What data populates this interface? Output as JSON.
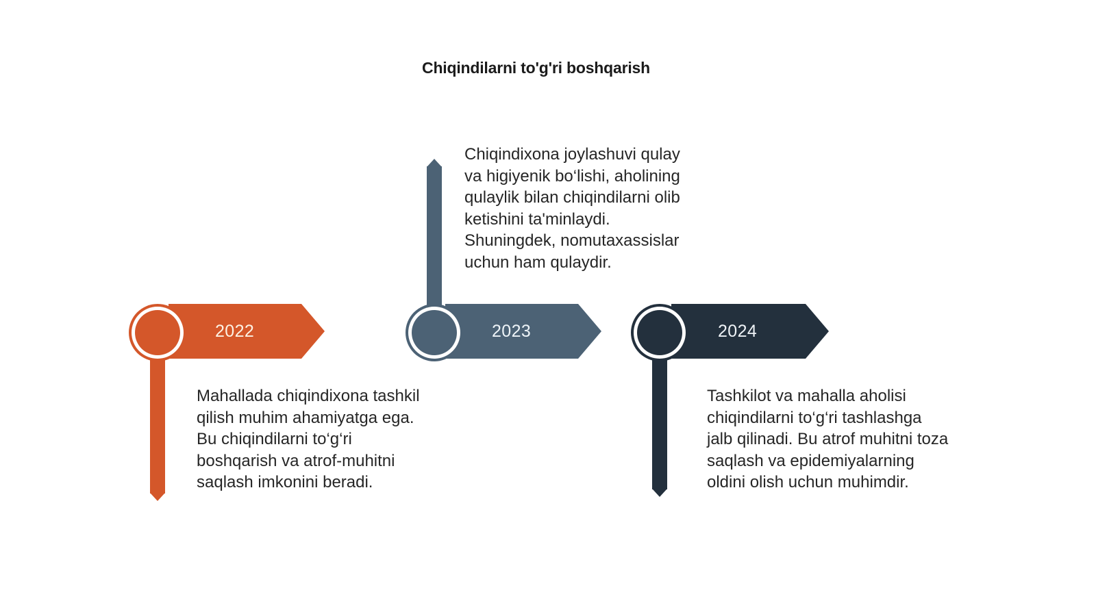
{
  "title": "Chiqindilarni to'g'ri boshqarish",
  "background_color": "#ffffff",
  "milestones": [
    {
      "year": "2022",
      "color": "#d4572a",
      "year_text_color": "#fdf2e4",
      "direction": "down",
      "description": "Mahallada chiqindixona tashkil qilish muhim ahamiyatga ega. Bu chiqindilarni to‘g‘ri boshqarish va atrof-muhitni saqlash imkonini beradi."
    },
    {
      "year": "2023",
      "color": "#4c6275",
      "year_text_color": "#eef4f8",
      "direction": "up",
      "description": "Chiqindixona joylashuvi qulay va higiyenik bo‘lishi, aholining qulaylik bilan chiqindilarni olib ketishini ta'minlaydi. Shuningdek, nomutaxassislar uchun ham qulaydir."
    },
    {
      "year": "2024",
      "color": "#23303d",
      "year_text_color": "#eef2f6",
      "direction": "down",
      "description": "Tashkilot va mahalla aholisi chiqindilarni to‘g‘ri tashlashga jalb qilinadi. Bu atrof muhitni toza saqlash va epidemiyalarning oldini olish uchun muhimdir."
    }
  ]
}
